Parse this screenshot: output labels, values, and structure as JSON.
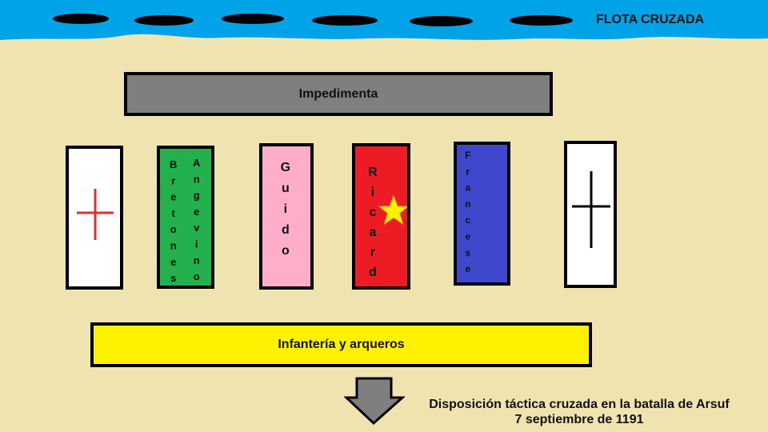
{
  "colors": {
    "sea": "#00a2e8",
    "sand": "#efe4b0",
    "impedimenta": "#7f7f7f",
    "infantry": "#fff200",
    "bretones": "#22b14c",
    "guido": "#ffaec9",
    "ricardo": "#ed1c24",
    "franceses": "#3f48cc",
    "arrow": "#7f7f7f"
  },
  "fleet": {
    "title": "FLOTA CRUZADA",
    "ship_count": 6
  },
  "impedimenta": {
    "label": "Impedimenta"
  },
  "infantry": {
    "label": "Infantería y arqueros"
  },
  "columns": {
    "left": {
      "icon": "red-cross-icon"
    },
    "bretones": {
      "label": "Bretones"
    },
    "angevinos": {
      "label": "Angevinos"
    },
    "guido": {
      "label": "Guido"
    },
    "ricardo": {
      "label": "Ricardo",
      "icon": "yellow-star-icon"
    },
    "franceses": {
      "label": "Franceses"
    },
    "right": {
      "icon": "black-cross-icon"
    }
  },
  "march_direction": {
    "icon": "down-arrow-icon"
  },
  "caption": {
    "line1": "Disposición táctica cruzada en la batalla de Arsuf",
    "line2": "7 septiembre de 1191"
  }
}
